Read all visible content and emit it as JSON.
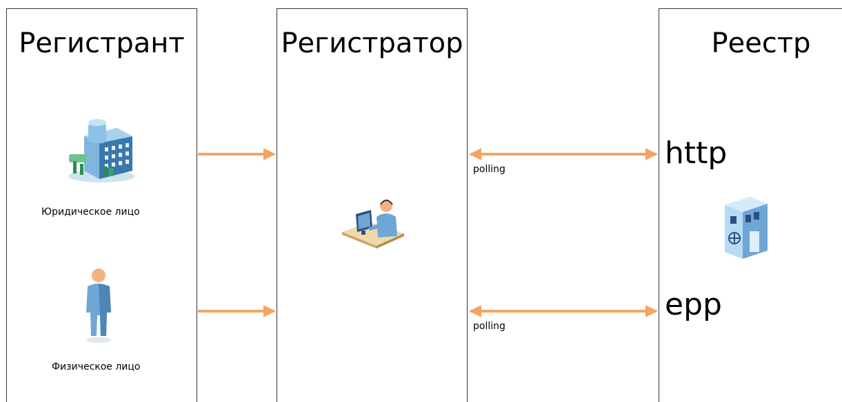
{
  "lanes": {
    "registrant": {
      "title": "Регистрант",
      "legal_entity_label": "Юридическое лицо",
      "individual_label": "Физическое лицо"
    },
    "registrar": {
      "title": "Регистратор"
    },
    "registry": {
      "title": "Реестр",
      "http_label": "http",
      "epp_label": "epp"
    }
  },
  "connections": {
    "top_polling_label": "polling",
    "bottom_polling_label": "polling"
  },
  "icons": {
    "legal_entity": "office-building-icon",
    "individual": "person-icon",
    "registrar": "operator-at-desk-icon",
    "registry": "server-building-icon"
  },
  "colors": {
    "arrow": "#F4A460"
  }
}
